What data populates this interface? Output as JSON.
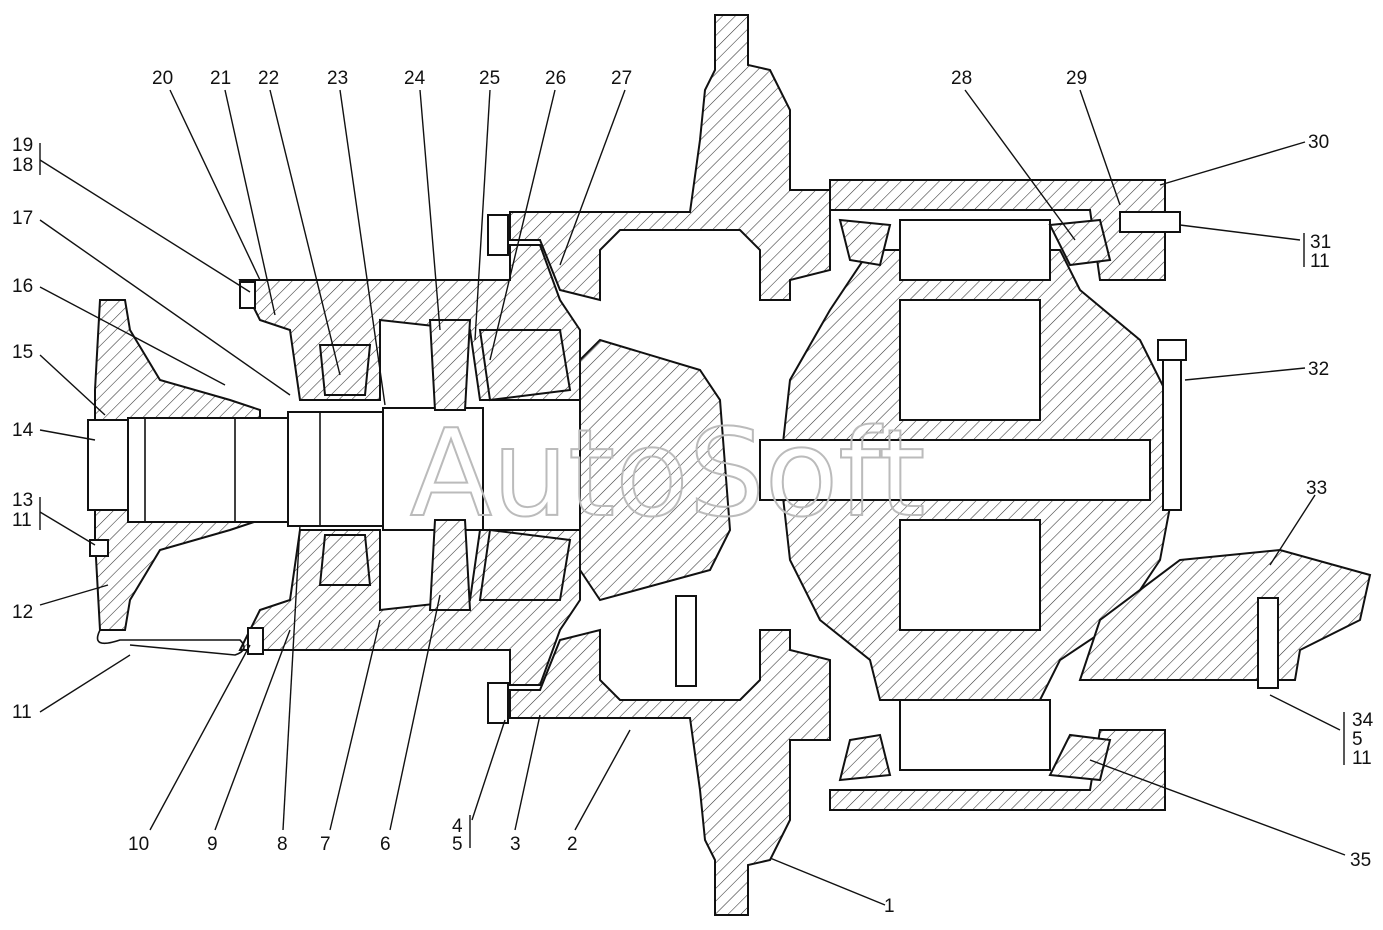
{
  "watermark": "AutoSoft",
  "callouts": [
    {
      "id": "c20",
      "text": "20"
    },
    {
      "id": "c21",
      "text": "21"
    },
    {
      "id": "c22",
      "text": "22"
    },
    {
      "id": "c23",
      "text": "23"
    },
    {
      "id": "c24",
      "text": "24"
    },
    {
      "id": "c25",
      "text": "25"
    },
    {
      "id": "c26",
      "text": "26"
    },
    {
      "id": "c27",
      "text": "27"
    },
    {
      "id": "c28",
      "text": "28"
    },
    {
      "id": "c29",
      "text": "29"
    },
    {
      "id": "c30",
      "text": "30"
    },
    {
      "id": "c19",
      "text": "19"
    },
    {
      "id": "c18",
      "text": "18"
    },
    {
      "id": "c17",
      "text": "17"
    },
    {
      "id": "c16",
      "text": "16"
    },
    {
      "id": "c15",
      "text": "15"
    },
    {
      "id": "c14",
      "text": "14"
    },
    {
      "id": "c13",
      "text": "13"
    },
    {
      "id": "c11a",
      "text": "11"
    },
    {
      "id": "c12",
      "text": "12"
    },
    {
      "id": "c11b",
      "text": "11"
    },
    {
      "id": "c31",
      "text": "31"
    },
    {
      "id": "c11c",
      "text": "11"
    },
    {
      "id": "c32",
      "text": "32"
    },
    {
      "id": "c33",
      "text": "33"
    },
    {
      "id": "c34",
      "text": "34"
    },
    {
      "id": "c5a",
      "text": "5"
    },
    {
      "id": "c11d",
      "text": "11"
    },
    {
      "id": "c35",
      "text": "35"
    },
    {
      "id": "c10",
      "text": "10"
    },
    {
      "id": "c9",
      "text": "9"
    },
    {
      "id": "c8",
      "text": "8"
    },
    {
      "id": "c7",
      "text": "7"
    },
    {
      "id": "c6",
      "text": "6"
    },
    {
      "id": "c4",
      "text": "4"
    },
    {
      "id": "c5b",
      "text": "5"
    },
    {
      "id": "c3",
      "text": "3"
    },
    {
      "id": "c2",
      "text": "2"
    },
    {
      "id": "c1",
      "text": "1"
    }
  ]
}
